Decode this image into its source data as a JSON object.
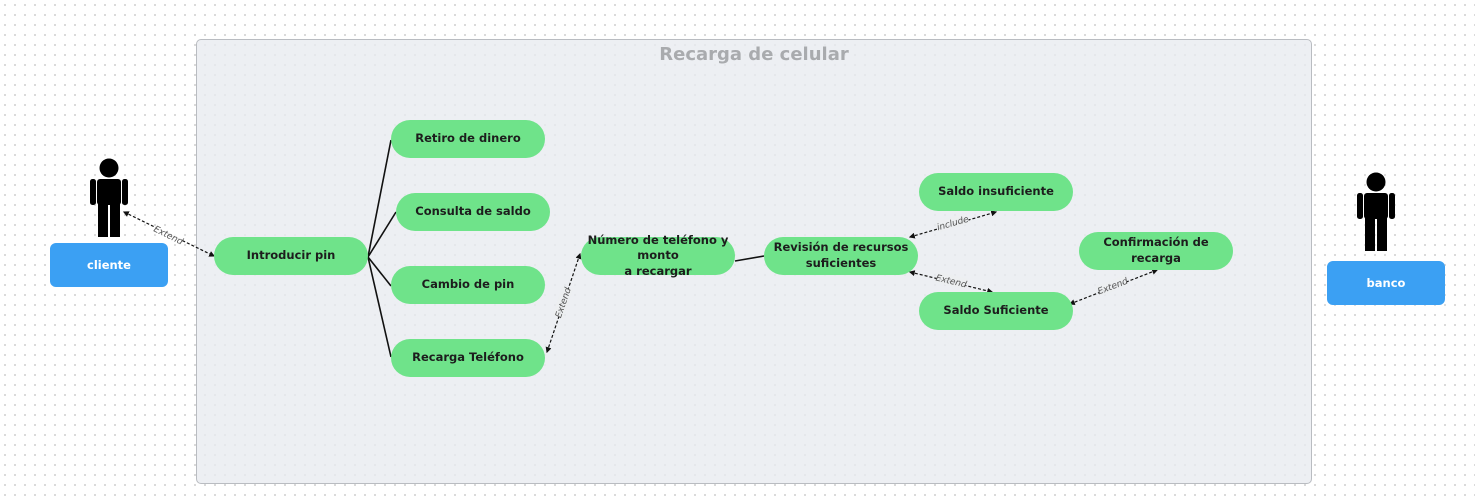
{
  "diagram": {
    "title": "Recarga de celular",
    "actors": {
      "cliente": "cliente",
      "banco": "banco"
    },
    "use_cases": {
      "introducir_pin": "Introducir pin",
      "retiro": "Retiro de dinero",
      "consulta": "Consulta de saldo",
      "cambio_pin": "Cambio de pin",
      "recarga_telefono": "Recarga Teléfono",
      "numero_l1": "Número de teléfono y monto",
      "numero_l2": "a recargar",
      "revision_l1": "Revisión de recursos",
      "revision_l2": "suficientes",
      "saldo_insuficiente": "Saldo insuficiente",
      "saldo_suficiente": "Saldo Suficiente",
      "confirmacion": "Confirmación de recarga"
    },
    "relations": {
      "cliente_pin": "Extend",
      "recarga_numero": "Extend",
      "revision_insuficiente": "include",
      "revision_suficiente": "Extend",
      "suficiente_confirmacion": "Extend"
    },
    "colors": {
      "use_case_fill": "#6fe38a",
      "actor_label_fill": "#3ba0f3",
      "frame_fill": "#e8ebef",
      "actor_figure": "#000000"
    }
  }
}
